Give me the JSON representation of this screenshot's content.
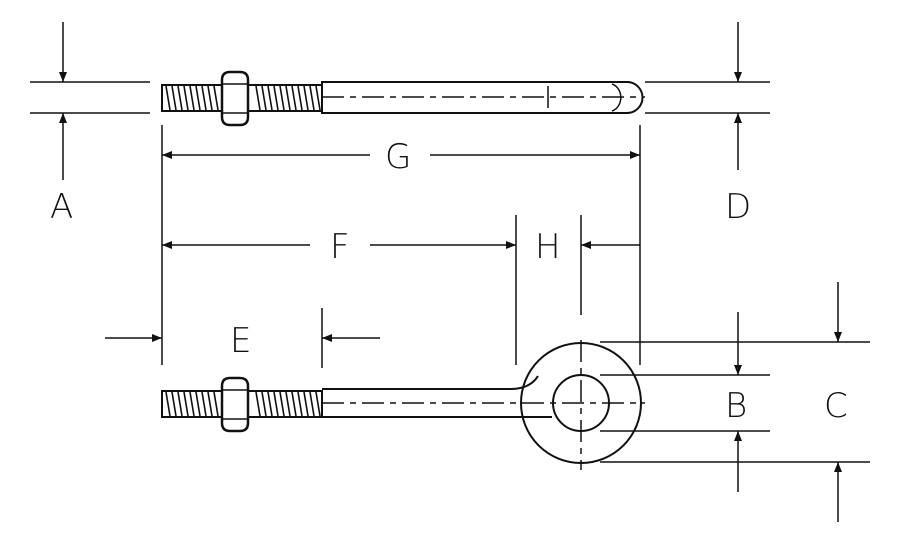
{
  "labels": {
    "A": "A",
    "B": "B",
    "C": "C",
    "D": "D",
    "E": "E",
    "F": "F",
    "G": "G",
    "H": "H"
  },
  "colors": {
    "line": "#111111",
    "background": "#ffffff"
  }
}
